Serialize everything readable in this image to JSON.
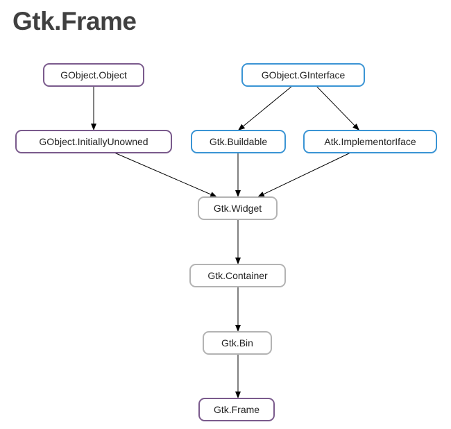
{
  "page": {
    "title": "Gtk.Frame"
  },
  "colors": {
    "class": "#7a5a8c",
    "interface": "#3a94d4",
    "internal": "#b3b3b3",
    "edge": "#000000"
  },
  "nodes": [
    {
      "id": "gobject-object",
      "label": "GObject.Object",
      "kind": "class"
    },
    {
      "id": "gobject-ginterface",
      "label": "GObject.GInterface",
      "kind": "interface"
    },
    {
      "id": "gobject-initiallyunowned",
      "label": "GObject.InitiallyUnowned",
      "kind": "class"
    },
    {
      "id": "gtk-buildable",
      "label": "Gtk.Buildable",
      "kind": "interface"
    },
    {
      "id": "atk-implementoriface",
      "label": "Atk.ImplementorIface",
      "kind": "interface"
    },
    {
      "id": "gtk-widget",
      "label": "Gtk.Widget",
      "kind": "internal"
    },
    {
      "id": "gtk-container",
      "label": "Gtk.Container",
      "kind": "internal"
    },
    {
      "id": "gtk-bin",
      "label": "Gtk.Bin",
      "kind": "internal"
    },
    {
      "id": "gtk-frame",
      "label": "Gtk.Frame",
      "kind": "class"
    }
  ],
  "edges": [
    {
      "from": "gobject-object",
      "to": "gobject-initiallyunowned"
    },
    {
      "from": "gobject-ginterface",
      "to": "gtk-buildable"
    },
    {
      "from": "gobject-ginterface",
      "to": "atk-implementoriface"
    },
    {
      "from": "gobject-initiallyunowned",
      "to": "gtk-widget"
    },
    {
      "from": "gtk-buildable",
      "to": "gtk-widget"
    },
    {
      "from": "atk-implementoriface",
      "to": "gtk-widget"
    },
    {
      "from": "gtk-widget",
      "to": "gtk-container"
    },
    {
      "from": "gtk-container",
      "to": "gtk-bin"
    },
    {
      "from": "gtk-bin",
      "to": "gtk-frame"
    }
  ]
}
